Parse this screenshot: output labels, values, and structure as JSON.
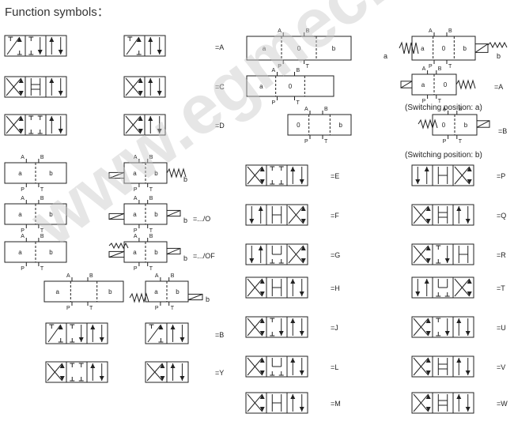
{
  "title": "Function symbols：",
  "watermark": "www.egmec.com",
  "labels": {
    "eqA": "=A",
    "eqC": "=C",
    "eqD": "=D",
    "eqA2": "=A",
    "eqB2": "=B",
    "sw_a": "(Switching position: a)",
    "sw_b": "(Switching position: b)",
    "eqO": "=.../O",
    "eqOF": "=.../OF",
    "eqE": "=E",
    "eqF": "=F",
    "eqG": "=G",
    "eqH": "=H",
    "eqJ": "=J",
    "eqL": "=L",
    "eqM": "=M",
    "eqP": "=P",
    "eqQ": "=Q",
    "eqR": "=R",
    "eqT": "=T",
    "eqU": "=U",
    "eqV": "=V",
    "eqW": "=W",
    "eqB3": "=B",
    "eqY": "=Y"
  },
  "port": {
    "A": "A",
    "B": "B",
    "P": "P",
    "T": "T"
  },
  "solenoid": {
    "a": "a",
    "b": "b",
    "zero": "0"
  },
  "colors": {
    "line": "#222222",
    "watermark": "#c8c8c8"
  }
}
